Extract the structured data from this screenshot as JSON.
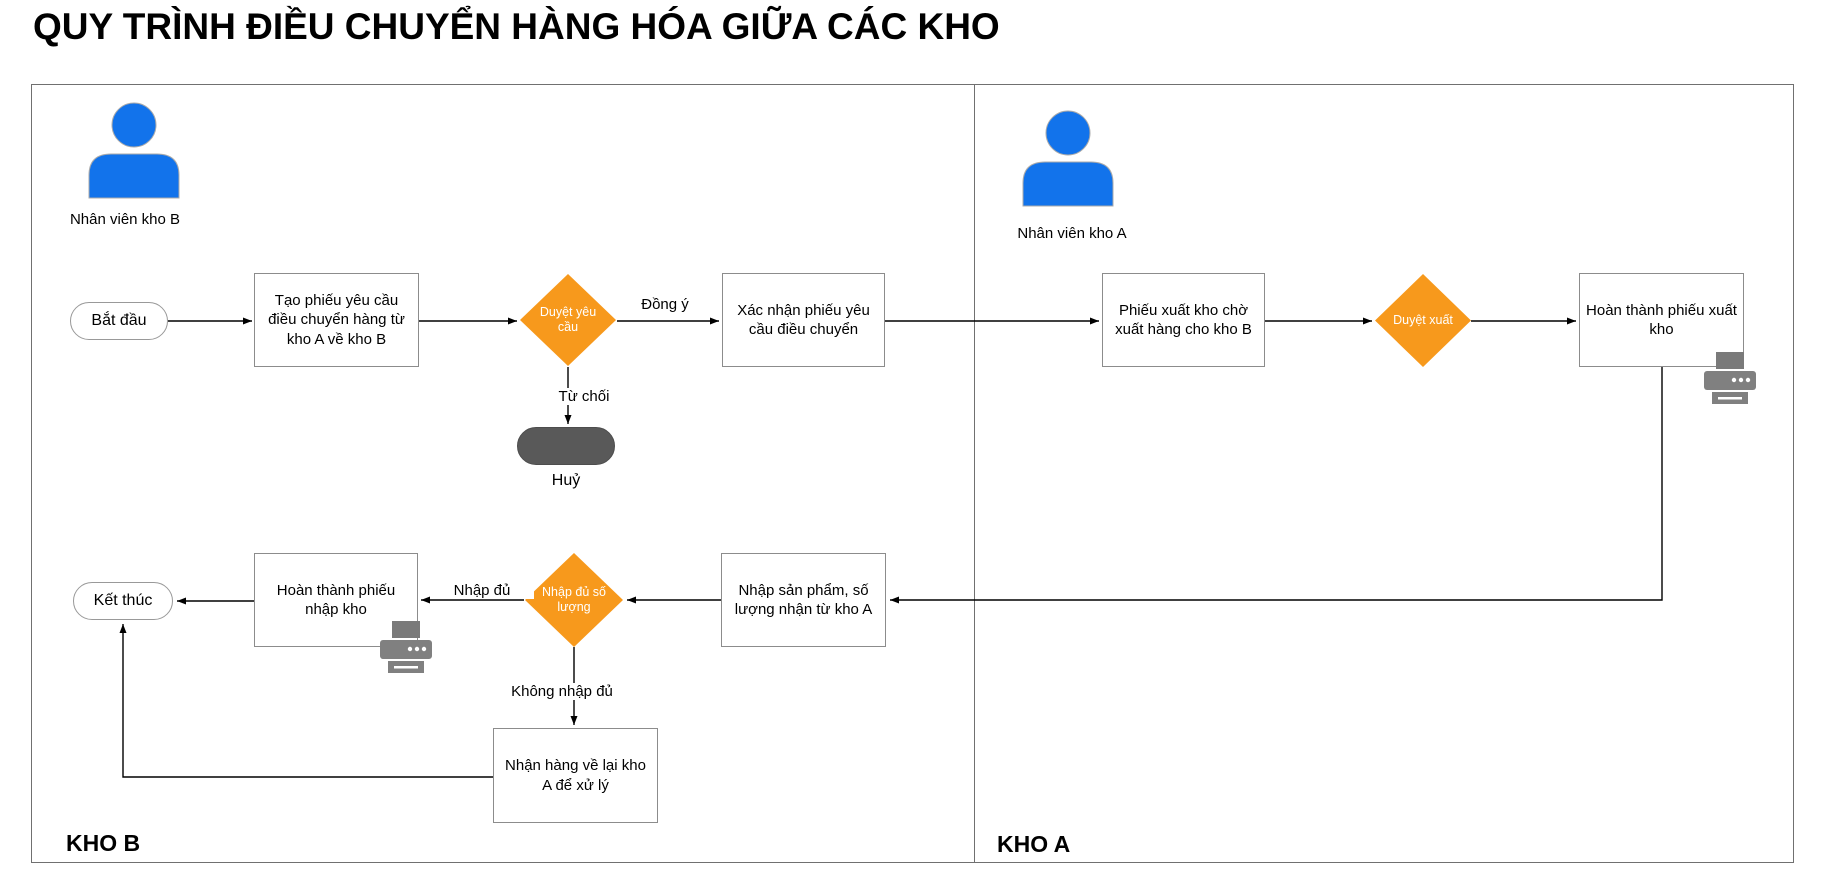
{
  "title": "QUY TRÌNH ĐIỀU CHUYỂN HÀNG HÓA GIỮA CÁC KHO",
  "lanes": {
    "kho_b": {
      "label": "KHO B",
      "actor_label": "Nhân viên kho B"
    },
    "kho_a": {
      "label": "KHO A",
      "actor_label": "Nhân viên kho A"
    }
  },
  "nodes": {
    "start": "Bắt đầu",
    "create_request": "Tạo phiếu yêu cầu điều chuyển hàng từ kho A về kho B",
    "approve_request": "Duyệt yêu cầu",
    "cancel": "Huỷ",
    "confirm_request": "Xác nhận phiếu yêu cầu điều chuyển",
    "export_pending": "Phiếu xuất kho chờ xuất hàng cho kho B",
    "approve_export": "Duyệt xuất",
    "complete_export": "Hoàn thành phiếu xuất kho",
    "receive_products": "Nhập sản phẩm, số lượng nhận từ kho A",
    "quantity_check": "Nhập đủ số lượng",
    "complete_import": "Hoàn thành phiếu nhập kho",
    "return_goods": "Nhận hàng về lại kho A để xử lý",
    "end": "Kết thúc"
  },
  "edge_labels": {
    "agree": "Đồng ý",
    "reject": "Từ chối",
    "enough": "Nhập đủ",
    "not_enough": "Không nhập đủ"
  },
  "colors": {
    "decision_fill": "#F7991C",
    "decision_text": "#FFFFFF",
    "person_blue": "#1273EB",
    "cancel_fill": "#595959",
    "printer_gray": "#808080",
    "box_border": "#8C8C8C",
    "frame_border": "#707070",
    "connector": "#000000"
  }
}
